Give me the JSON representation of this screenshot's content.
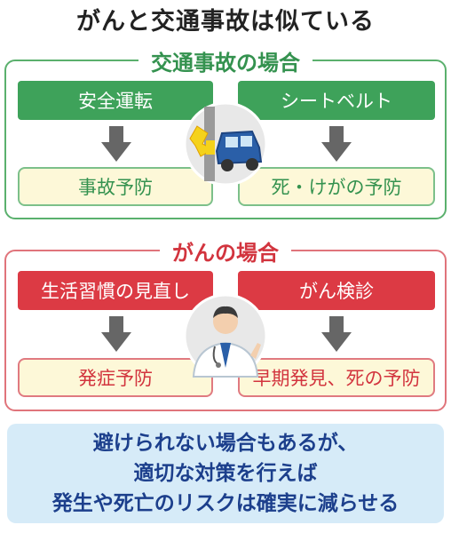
{
  "title": "がんと交通事故は似ている",
  "traffic": {
    "heading": "交通事故の場合",
    "left_action": "安全運転",
    "right_action": "シートベルト",
    "left_result": "事故予防",
    "right_result": "死・けがの予防"
  },
  "cancer": {
    "heading": "がんの場合",
    "left_action": "生活習慣の見直し",
    "right_action": "がん検診",
    "left_result": "発症予防",
    "right_result": "早期発見、死の予防"
  },
  "summary": {
    "line1": "避けられない場合もあるが、",
    "line2": "適切な対策を行えば",
    "line3": "発生や死亡のリスクは確実に減らせる"
  },
  "icons": [
    "car-crash-illustration",
    "doctor-illustration",
    "down-arrow-icon"
  ],
  "colors": {
    "green": "#3ea25a",
    "red": "#dc3a44",
    "result_bg": "#fdf8d8",
    "summary_bg": "#d6ebf8",
    "summary_text": "#1c3f8c"
  }
}
